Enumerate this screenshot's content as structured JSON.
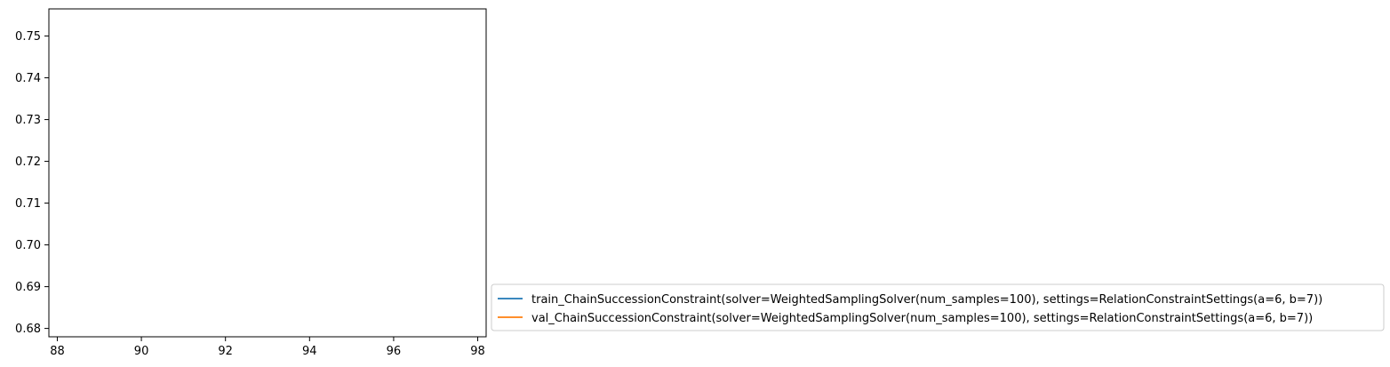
{
  "chart_data": {
    "type": "line",
    "title": "",
    "xlabel": "",
    "ylabel": "",
    "xlim": [
      87.8,
      98.2
    ],
    "ylim": [
      0.678,
      0.7565
    ],
    "x_ticks": [
      88,
      90,
      92,
      94,
      96,
      98
    ],
    "x_tick_labels": [
      "88",
      "90",
      "92",
      "94",
      "96",
      "98"
    ],
    "y_ticks": [
      0.68,
      0.69,
      0.7,
      0.71,
      0.72,
      0.73,
      0.74,
      0.75
    ],
    "y_tick_labels": [
      "0.68",
      "0.69",
      "0.70",
      "0.71",
      "0.72",
      "0.73",
      "0.74",
      "0.75"
    ],
    "grid": false,
    "legend_placement": "outside-right-bottom",
    "series": [
      {
        "name": "train_ChainSuccessionConstraint(solver=WeightedSamplingSolver(num_samples=100), settings=RelationConstraintSettings(a=6, b=7))",
        "color": "#1f77b4",
        "x": [],
        "y": []
      },
      {
        "name": "val_ChainSuccessionConstraint(solver=WeightedSamplingSolver(num_samples=100), settings=RelationConstraintSettings(a=6, b=7))",
        "color": "#ff7f0e",
        "x": [],
        "y": []
      }
    ]
  }
}
